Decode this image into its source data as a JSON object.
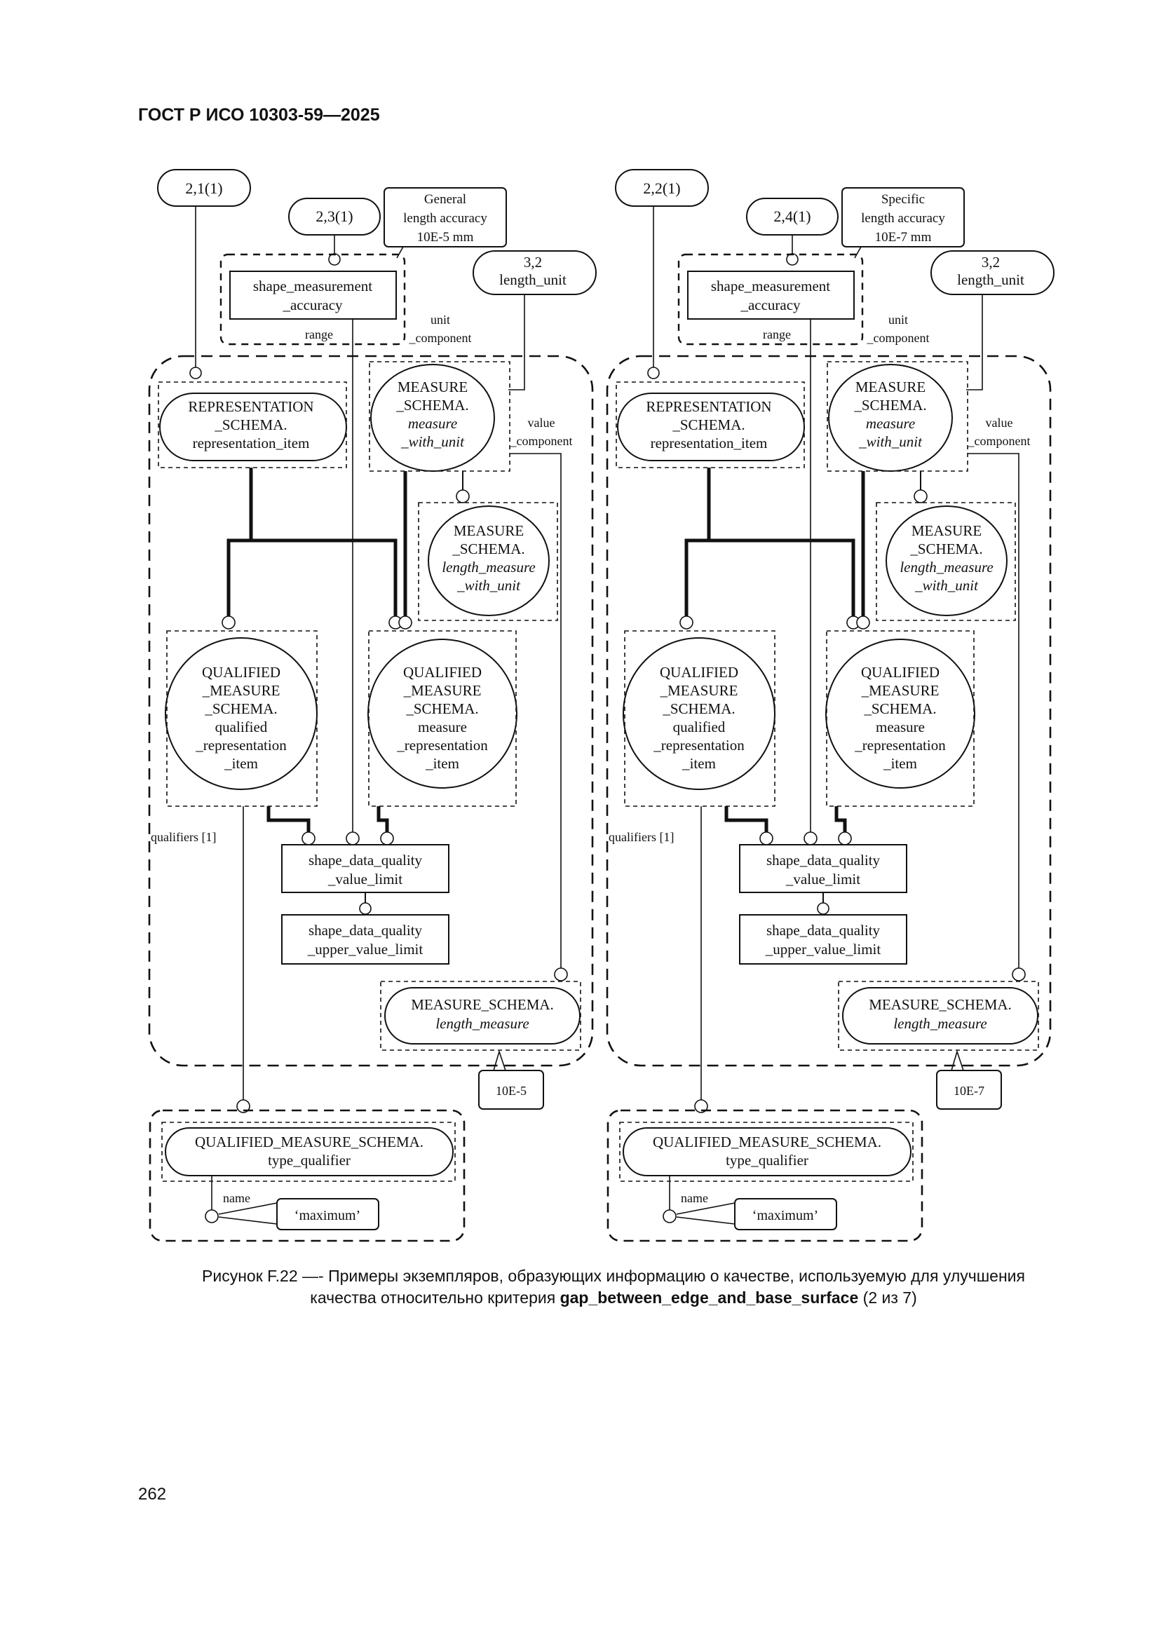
{
  "header": {
    "doc_title": "ГОСТ Р ИСО 10303-59—2025"
  },
  "diagram": {
    "panels": [
      {
        "id": "left",
        "ref_top": "2,1(1)",
        "ref_accuracy": "2,3(1)",
        "accuracy_note": [
          "General",
          "length accuracy",
          "10E-5 mm"
        ],
        "ref_unit": [
          "3,2",
          "length_unit"
        ],
        "value_note": "10E-5"
      },
      {
        "id": "right",
        "ref_top": "2,2(1)",
        "ref_accuracy": "2,4(1)",
        "accuracy_note": [
          "Specific",
          "length accuracy",
          "10E-7 mm"
        ],
        "ref_unit": [
          "3,2",
          "length_unit"
        ],
        "value_note": "10E-7"
      }
    ],
    "shared": {
      "shape_measurement_accuracy": [
        "shape_measurement",
        "_accuracy"
      ],
      "range_label": "range",
      "unit_component_label": [
        "unit",
        "_component"
      ],
      "value_component_label": [
        "value",
        "_component"
      ],
      "representation_item": [
        "REPRESENTATION",
        "_SCHEMA.",
        "representation_item"
      ],
      "measure_with_unit": [
        "MEASURE",
        "_SCHEMA.",
        "measure",
        "_with_unit"
      ],
      "length_measure_with_unit": [
        "MEASURE",
        "_SCHEMA.",
        "length_measure",
        "_with_unit"
      ],
      "qualified_representation_item": [
        "QUALIFIED",
        "_MEASURE",
        "_SCHEMA.",
        "qualified",
        "_representation",
        "_item"
      ],
      "measure_representation_item": [
        "QUALIFIED",
        "_MEASURE",
        "_SCHEMA.",
        "measure",
        "_representation",
        "_item"
      ],
      "qualifiers_label": "qualifiers [1]",
      "value_limit": [
        "shape_data_quality",
        "_value_limit"
      ],
      "upper_value_limit": [
        "shape_data_quality",
        "_upper_value_limit"
      ],
      "length_measure": [
        "MEASURE_SCHEMA.",
        "length_measure"
      ],
      "type_qualifier": [
        "QUALIFIED_MEASURE_SCHEMA.",
        "type_qualifier"
      ],
      "name_label": "name",
      "name_value": "‘maximum’"
    }
  },
  "caption": {
    "line1": "Рисунок F.22 —- Примеры экземпляров, образующих информацию о качестве, используемую для улучшения",
    "line2_prefix": "качества относительно критерия ",
    "line2_bold": "gap_between_edge_and_base_surface",
    "line2_suffix": " (2 из 7)"
  },
  "page_number": "262"
}
